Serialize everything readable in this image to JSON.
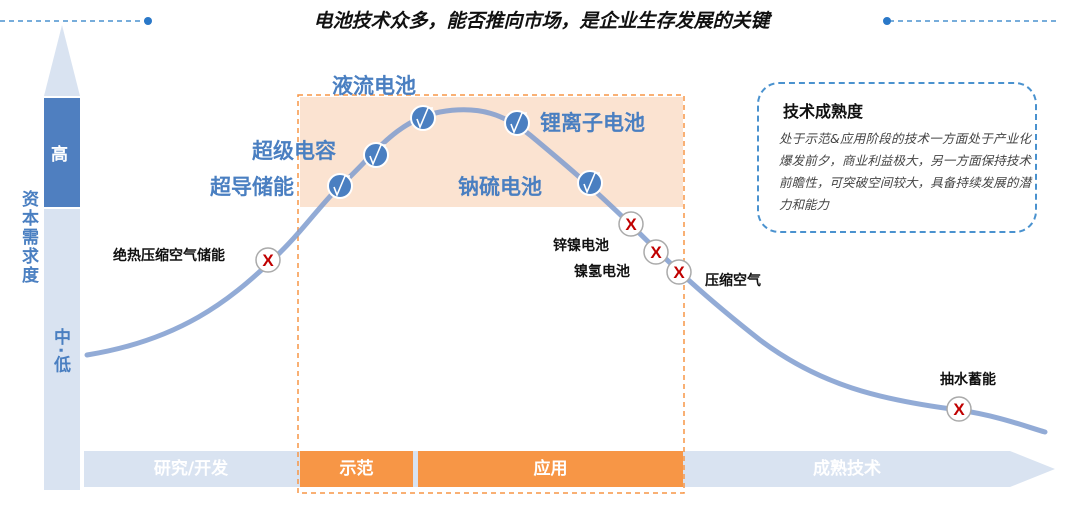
{
  "title": "电池技术众多，能否推向市场，是企业生存发展的关键",
  "y_axis": {
    "label": "资本需求度",
    "high": "高",
    "mid_low": "中·低"
  },
  "stages": [
    "研究/开发",
    "示范",
    "应用",
    "成熟技术"
  ],
  "mature_tech": [
    {
      "name": "液流电池",
      "status": "check"
    },
    {
      "name": "超级电容",
      "status": "check"
    },
    {
      "name": "超导储能",
      "status": "check"
    },
    {
      "name": "锂离子电池",
      "status": "check"
    },
    {
      "name": "钠硫电池",
      "status": "check"
    }
  ],
  "other_tech": [
    {
      "name": "绝热压缩空气储能",
      "status": "x"
    },
    {
      "name": "锌镍电池",
      "status": "x"
    },
    {
      "name": "镍氢电池",
      "status": "x"
    },
    {
      "name": "压缩空气",
      "status": "x"
    },
    {
      "name": "抽水蓄能",
      "status": "x"
    }
  ],
  "info": {
    "title": "技术成熟度",
    "text": "处于示范&应用阶段的技术一方面处于产业化爆发前夕，商业利益极大，另一方面保持技术前瞻性，可突破空间较大，具备持续发展的潜力和能力"
  },
  "x_mark": "X",
  "colors": {
    "blue": "#4a7fc1",
    "orange": "#f79646",
    "peach": "#fbe3d1",
    "light": "#d9e3f1"
  }
}
